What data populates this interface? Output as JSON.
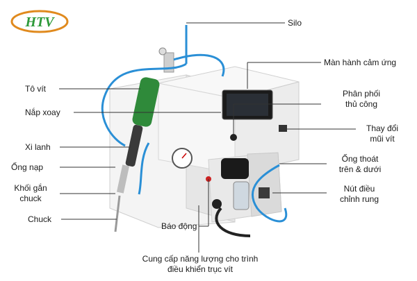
{
  "logo": {
    "text": "HTV",
    "color_primary": "#2e9a3a",
    "color_accent": "#e08a1e"
  },
  "labels": {
    "silo": "Silo",
    "touch_screen": "Màn hành cảm ứng",
    "manual_dispense_1": "Phân phối",
    "manual_dispense_2": "thủ công",
    "change_bit_1": "Thay đổi",
    "change_bit_2": "mũi vít",
    "exhaust_tube_1": "Ống thoát",
    "exhaust_tube_2": "trên & dưới",
    "vibration_knob_1": "Nút điều",
    "vibration_knob_2": "chỉnh rung",
    "screwdriver": "Tô vít",
    "rotary_cover": "Nắp xoay",
    "cylinder": "Xi lanh",
    "feed_tube": "Ống nạp",
    "chuck_block_1": "Khối gắn",
    "chuck_block_2": "chuck",
    "chuck": "Chuck",
    "alarm": "Báo động",
    "power_supply_1": "Cung cấp năng lượng cho trình",
    "power_supply_2": "điều khiển trục vít"
  },
  "colors": {
    "tube": "#2a8fd6",
    "body": "#f2f2f2",
    "screen": "#1b1b1b",
    "leader": "#333333"
  }
}
